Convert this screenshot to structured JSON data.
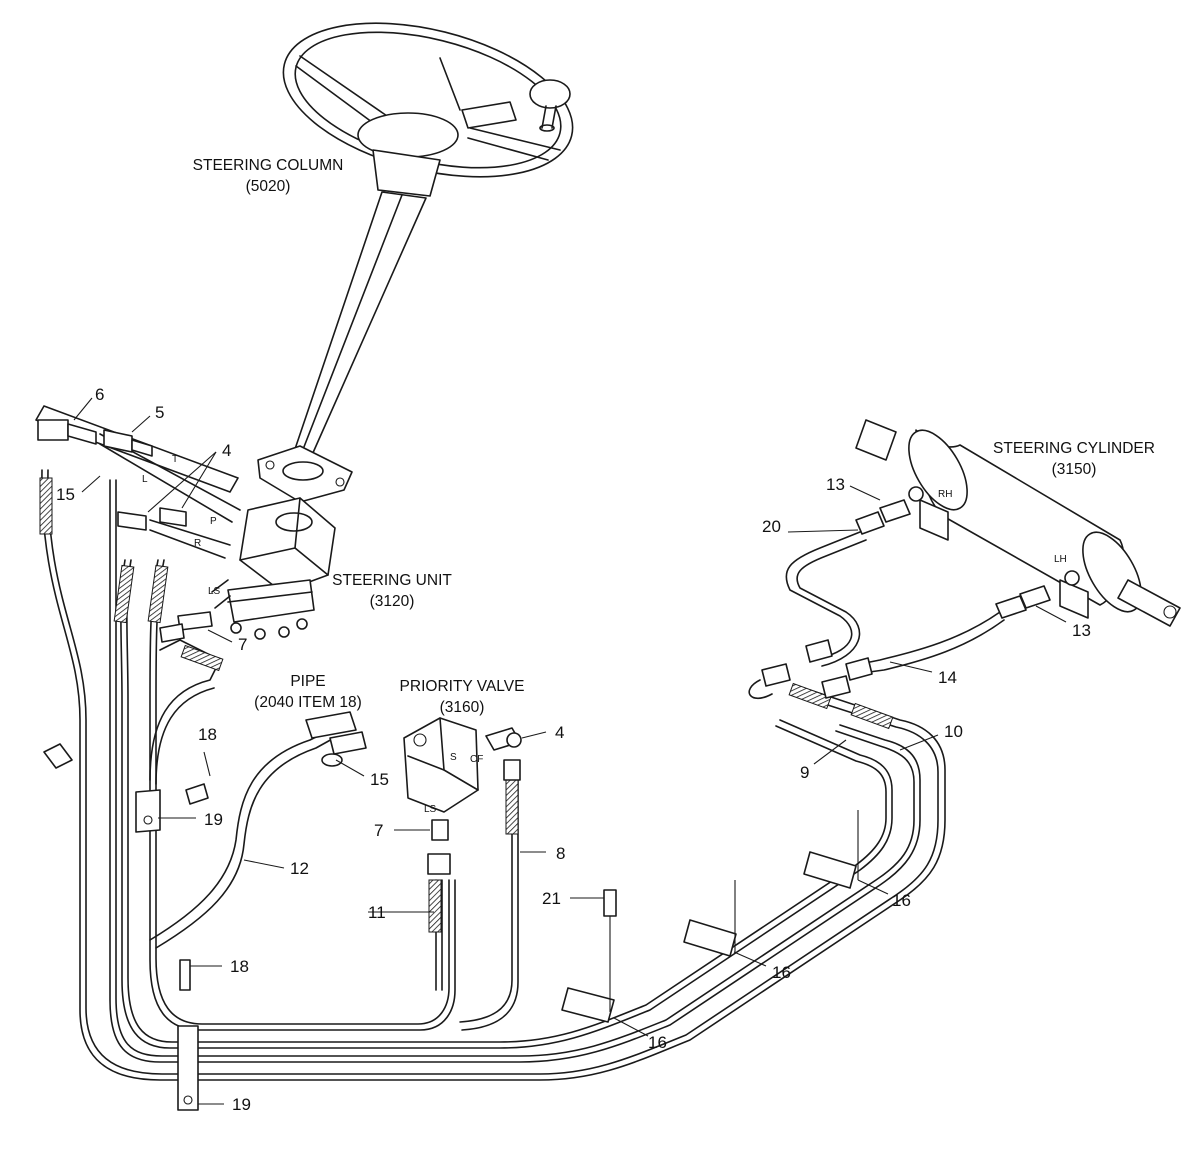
{
  "titles": {
    "steering_column": {
      "name": "STEERING COLUMN",
      "code": "(5020)"
    },
    "steering_unit": {
      "name": "STEERING UNIT",
      "code": "(3120)"
    },
    "steering_cylinder": {
      "name": "STEERING CYLINDER",
      "code": "(3150)"
    },
    "priority_valve": {
      "name": "PRIORITY VALVE",
      "code": "(3160)"
    },
    "pipe": {
      "name": "PIPE",
      "code": "(2040 ITEM 18)"
    }
  },
  "ports": {
    "T": "T",
    "L": "L",
    "P": "P",
    "R": "R",
    "LS_unit": "LS",
    "RH": "RH",
    "LH": "LH",
    "LS_valve": "LS",
    "CF": "CF",
    "S": "S"
  },
  "callouts": {
    "c6": "6",
    "c5": "5",
    "c4a": "4",
    "c15a": "15",
    "c7a": "7",
    "c20": "20",
    "c13a": "13",
    "c13b": "13",
    "c14": "14",
    "c10": "10",
    "c9": "9",
    "c4b": "4",
    "c15b": "15",
    "c7b": "7",
    "c8": "8",
    "c12": "12",
    "c11": "11",
    "c18a": "18",
    "c19a": "19",
    "c21": "21",
    "c16a": "16",
    "c16b": "16",
    "c16c": "16",
    "c18b": "18",
    "c19b": "19"
  }
}
